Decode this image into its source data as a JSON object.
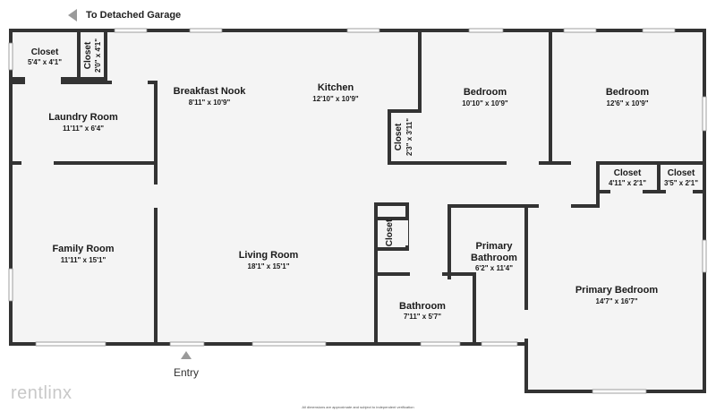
{
  "header": {
    "garage_label": "To Detached Garage"
  },
  "entry_label": "Entry",
  "watermark": "rentlinx",
  "footer_note": "All dimensions are approximate and subject to independent verification",
  "rooms": {
    "closet_top_left": {
      "name": "Closet",
      "dim": "5'4\" x 4'1\""
    },
    "closet_small_vertical": {
      "name": "Closet",
      "dim": "2'0\" x 4'1\""
    },
    "laundry": {
      "name": "Laundry Room",
      "dim": "11'11\" x 6'4\""
    },
    "family": {
      "name": "Family Room",
      "dim": "11'11\" x 15'1\""
    },
    "breakfast_nook": {
      "name": "Breakfast Nook",
      "dim": "8'11\" x 10'9\""
    },
    "kitchen": {
      "name": "Kitchen",
      "dim": "12'10\" x 10'9\""
    },
    "living": {
      "name": "Living Room",
      "dim": "18'1\" x 15'1\""
    },
    "bedroom_1": {
      "name": "Bedroom",
      "dim": "10'10\" x 10'9\""
    },
    "bedroom_2": {
      "name": "Bedroom",
      "dim": "12'6\" x 10'9\""
    },
    "closet_mid_vertical": {
      "name": "Closet",
      "dim": "2'3\" x 3'11\""
    },
    "closet_hall": {
      "name": "Closet"
    },
    "closet_right_1": {
      "name": "Closet",
      "dim": "4'11\" x 2'1\""
    },
    "closet_right_2": {
      "name": "Closet",
      "dim": "3'5\" x 2'1\""
    },
    "primary_bath": {
      "name_line1": "Primary",
      "name_line2": "Bathroom",
      "dim": "6'2\" x 11'4\""
    },
    "bathroom": {
      "name": "Bathroom",
      "dim": "7'11\" x 5'7\""
    },
    "primary_bedroom": {
      "name": "Primary Bedroom",
      "dim": "14'7\" x 16'7\""
    }
  }
}
